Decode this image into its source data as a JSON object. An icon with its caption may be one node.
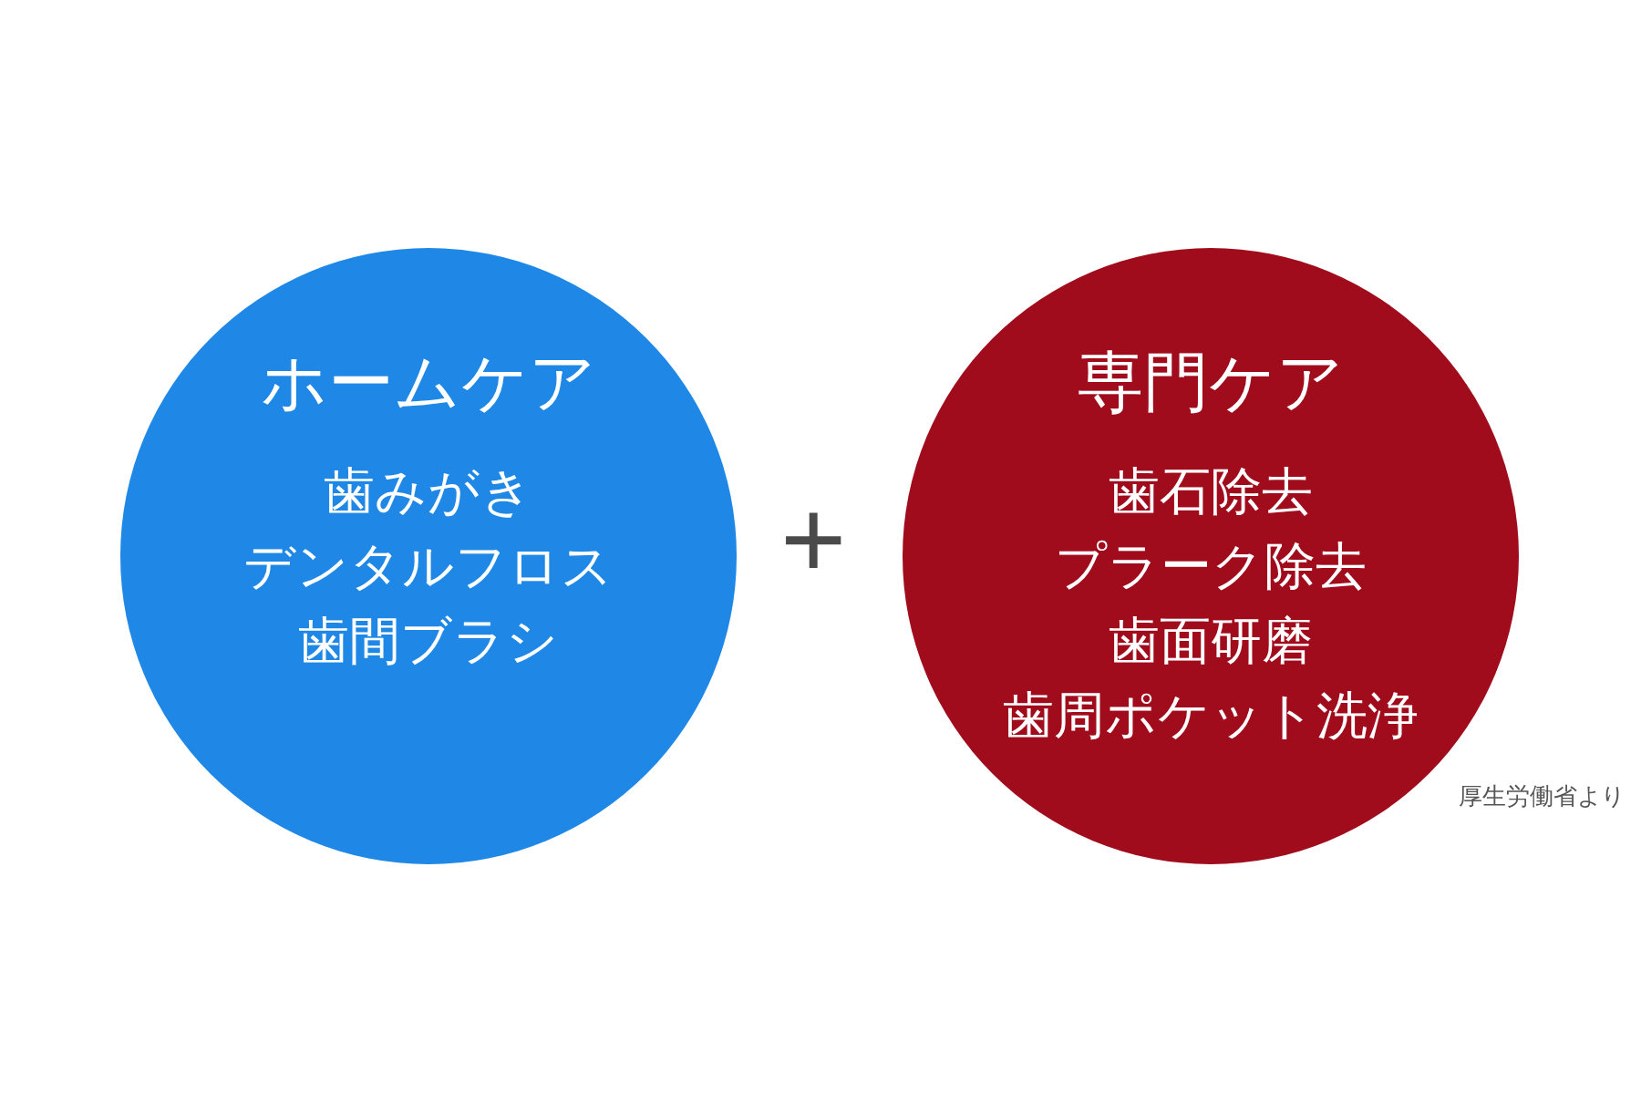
{
  "diagram": {
    "nodes": [
      {
        "text": [
          "ホームケア",
          "歯みがき",
          "デンタルフロス",
          "歯間ブラシ"
        ]
      },
      {
        "text": [
          "専門ケア",
          "歯石除去",
          "プラーク除去",
          "歯面研磨",
          "歯周ポケット洗浄"
        ]
      }
    ],
    "labels": [
      "+",
      "厚生労働省より"
    ]
  }
}
